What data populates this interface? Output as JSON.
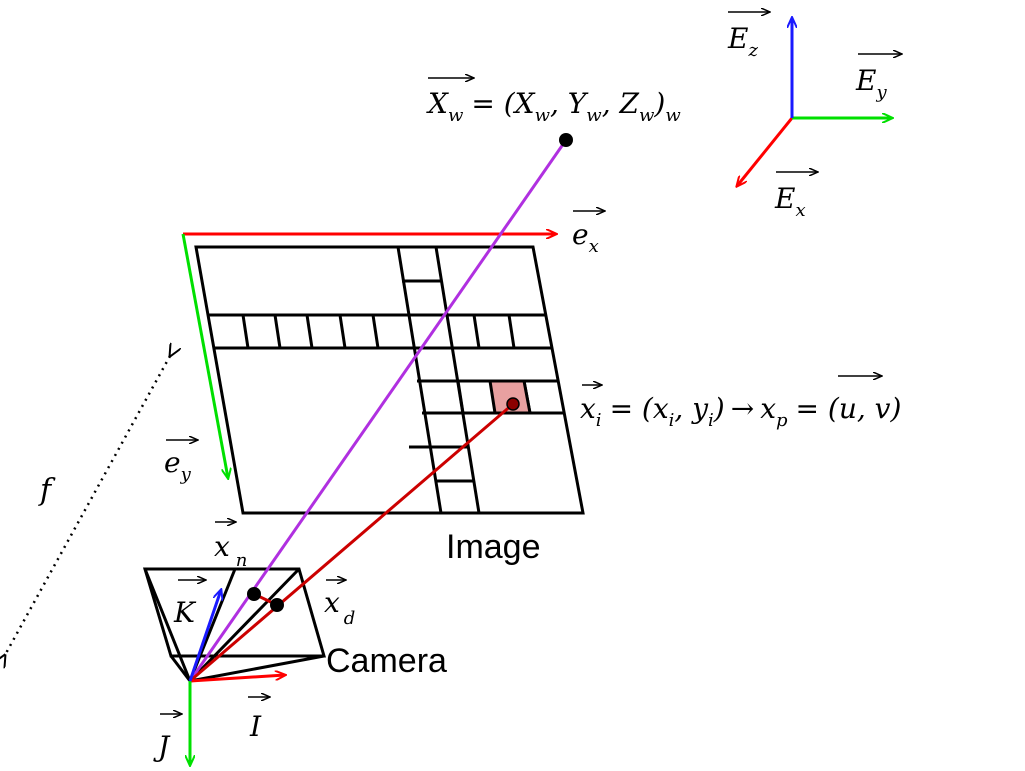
{
  "labels": {
    "image": "Image",
    "camera": "Camera",
    "focal": "f",
    "world_point": {
      "main": "X",
      "sub": "w",
      "eq_open": "= (X",
      "sub1": "w",
      "comma1": ", Y",
      "sub2": "w",
      "comma2": ", Z",
      "sub3": "w",
      "close": ")",
      "sub4": "w"
    },
    "image_point": {
      "main": "x",
      "sub": "i",
      "eq": "= (x",
      "sub1": "i",
      "comma": ", y",
      "sub2": "i",
      "close": ")",
      "arrow": "→",
      "p_main": "x",
      "p_sub": "p",
      "p_eq": "= (u, v)"
    },
    "e_x": {
      "main": "e",
      "sub": "x"
    },
    "e_y": {
      "main": "e",
      "sub": "y"
    },
    "E_x": {
      "main": "E",
      "sub": "x"
    },
    "E_y": {
      "main": "E",
      "sub": "y"
    },
    "E_z": {
      "main": "E",
      "sub": "z"
    },
    "x_n": {
      "main": "x",
      "sub": "n"
    },
    "x_d": {
      "main": "x",
      "sub": "d"
    },
    "K": "K",
    "I": "I",
    "J": "J"
  },
  "colors": {
    "x_axis": "#ff0000",
    "y_axis": "#00e000",
    "z_axis": "#1a1aff",
    "world_ray": "#b030e0",
    "pixel_ray": "#cc0000",
    "pixel_fill": "#e8a0a0",
    "outline": "#000000"
  }
}
